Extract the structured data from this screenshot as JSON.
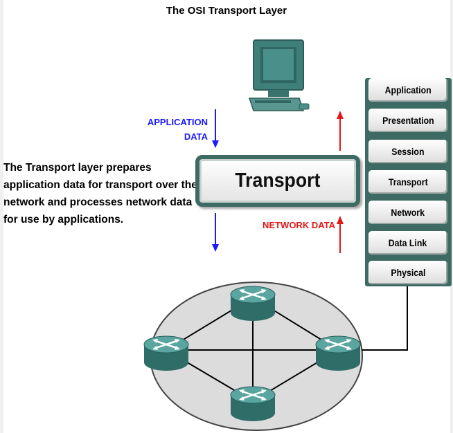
{
  "title": "The OSI Transport Layer",
  "description": "The Transport layer prepares application data for transport over the network and processes network data for use by applications.",
  "application_label": {
    "line1": "APPLICATION",
    "line2": "DATA"
  },
  "network_label": "NETWORK DATA",
  "transport_box": "Transport",
  "osi_layers": [
    "Application",
    "Presentation",
    "Session",
    "Transport",
    "Network",
    "Data Link",
    "Physical"
  ],
  "colors": {
    "application_data": "#1a1aff",
    "network_data": "#e01818",
    "teal": "#3d6b63",
    "router": "#3f8a86",
    "network_ellipse": "#dcdcdc"
  },
  "icons": [
    "computer-icon",
    "router-icon"
  ]
}
